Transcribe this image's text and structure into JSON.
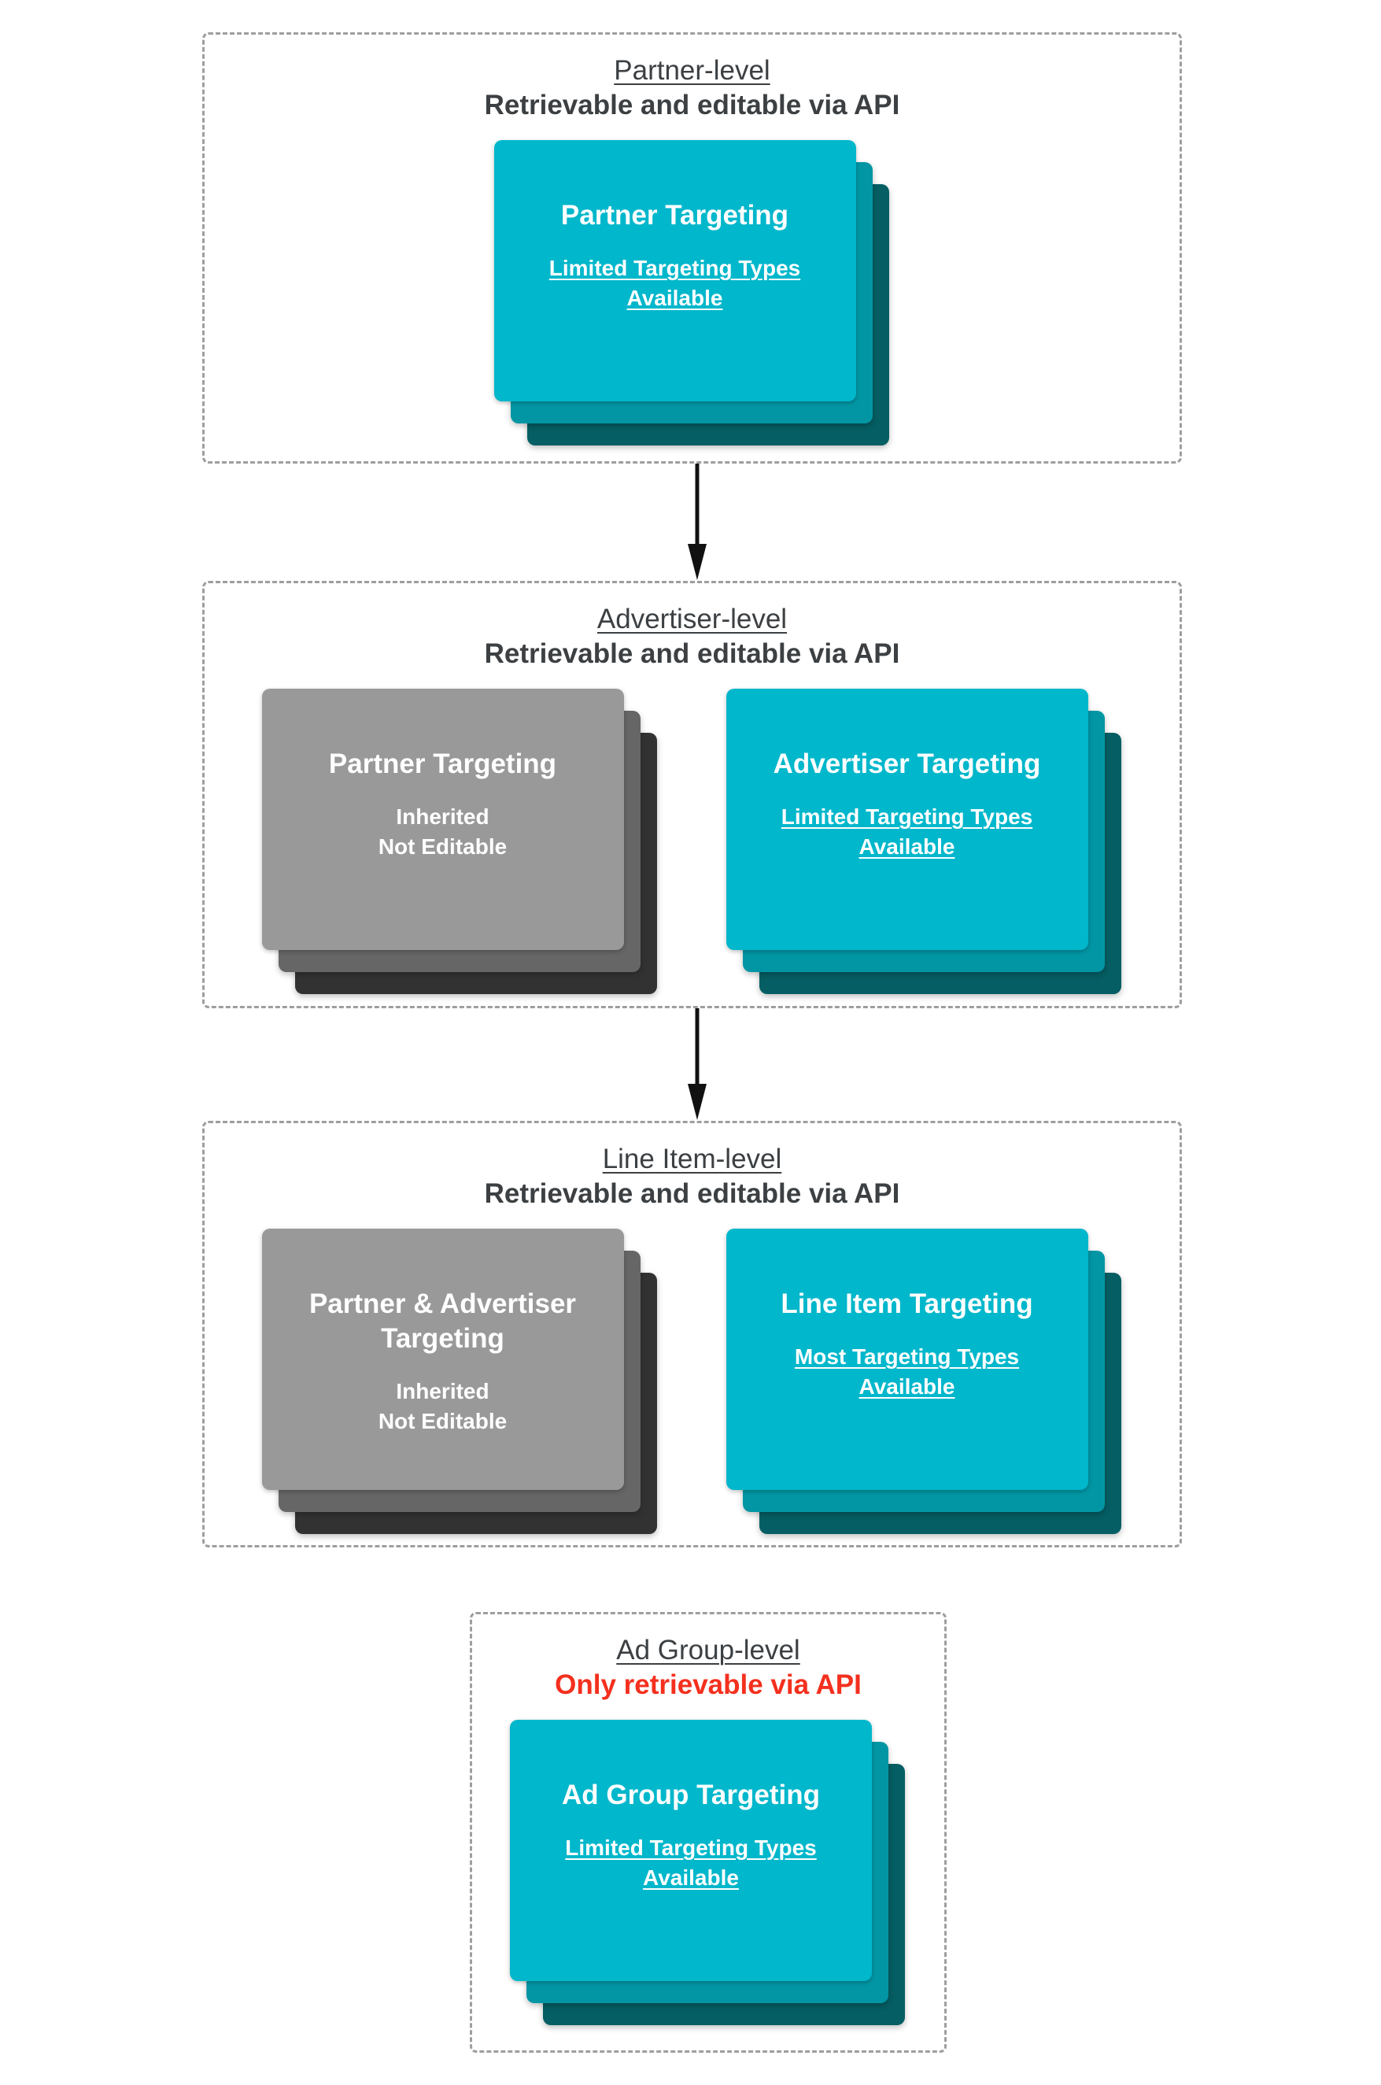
{
  "colors": {
    "bg": "#FFFFFF",
    "teal": "#00B7CB",
    "teal-mid": "#0296A4",
    "teal-dark": "#055E63",
    "gray": "#999999",
    "gray-mid": "#666666",
    "gray-dark": "#323232",
    "ink": "#3C4043",
    "red": "#F4301E",
    "box-border": "#9E9E9E",
    "arrow": "#111111",
    "card-text": "#FFFFFF"
  },
  "icons": [
    {
      "name": "down-arrow-icon",
      "meaning": "flow from Partner-level to Advertiser-level"
    },
    {
      "name": "down-arrow-icon",
      "meaning": "flow from Advertiser-level to Line Item-level"
    }
  ],
  "sections": [
    {
      "title": "Partner-level",
      "subtitle": "Retrievable and editable via API",
      "cards": [
        {
          "variant": "teal",
          "title": "Partner Targeting",
          "subtitle": "Limited Targeting Types Available"
        }
      ]
    },
    {
      "title": "Advertiser-level",
      "subtitle": "Retrievable and editable via API",
      "cards": [
        {
          "variant": "gray",
          "title": "Partner Targeting",
          "lines": [
            "Inherited",
            "Not Editable"
          ]
        },
        {
          "variant": "teal",
          "title": "Advertiser Targeting",
          "subtitle": "Limited Targeting Types Available"
        }
      ]
    },
    {
      "title": "Line Item-level",
      "subtitle": "Retrievable and editable via API",
      "cards": [
        {
          "variant": "gray",
          "title": "Partner & Advertiser Targeting",
          "lines": [
            "Inherited",
            "Not Editable"
          ]
        },
        {
          "variant": "teal",
          "title": "Line Item Targeting",
          "subtitle": "Most Targeting Types Available"
        }
      ]
    },
    {
      "title": "Ad Group-level",
      "subtitle": "Only retrievable via API",
      "cards": [
        {
          "variant": "teal",
          "title": "Ad Group Targeting",
          "subtitle": "Limited Targeting Types Available"
        }
      ]
    }
  ]
}
